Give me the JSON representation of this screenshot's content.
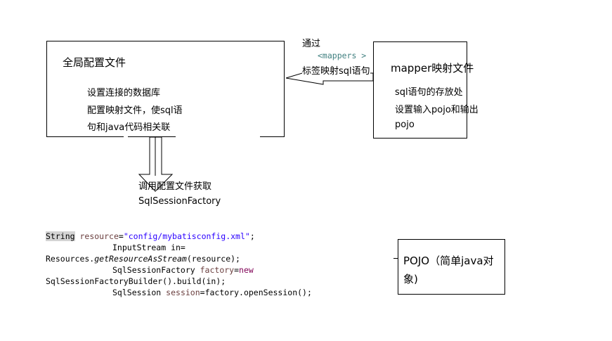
{
  "global_config": {
    "title": "全局配置文件",
    "lines": [
      "设置连接的数据库",
      "配置映射文件，使sql语",
      "句和java代码相关联"
    ]
  },
  "mapper": {
    "title": "mapper映射文件",
    "lines": [
      "sql语句的存放处",
      "设置输入pojo和输出",
      "pojo"
    ]
  },
  "arrow_label": {
    "via": "通过",
    "tag": "<mappers >",
    "desc": "标签映射sql语句"
  },
  "factory_label": {
    "line1": "调用配置文件获取",
    "line2": "SqlSessionFactory"
  },
  "pojo_box": {
    "text1": "POJO（简单java对",
    "text2": "象)"
  },
  "code": {
    "l1_type": "String",
    "l1_var": "resource",
    "l1_eq": "=",
    "l1_str": "\"config/mybatisconfig.xml\"",
    "l1_end": ";",
    "l2": "InputStream in=",
    "l3_a": "Resources.",
    "l3_method": "getResourceAsStream",
    "l3_b": "(resource);",
    "l4_a": "SqlSessionFactory ",
    "l4_var": "factory",
    "l4_eq": "=",
    "l4_new": "new",
    "l5": "SqlSessionFactoryBuilder().build(in);",
    "l6_a": "SqlSession ",
    "l6_var": "session",
    "l6_b": "=factory.openSession();"
  }
}
